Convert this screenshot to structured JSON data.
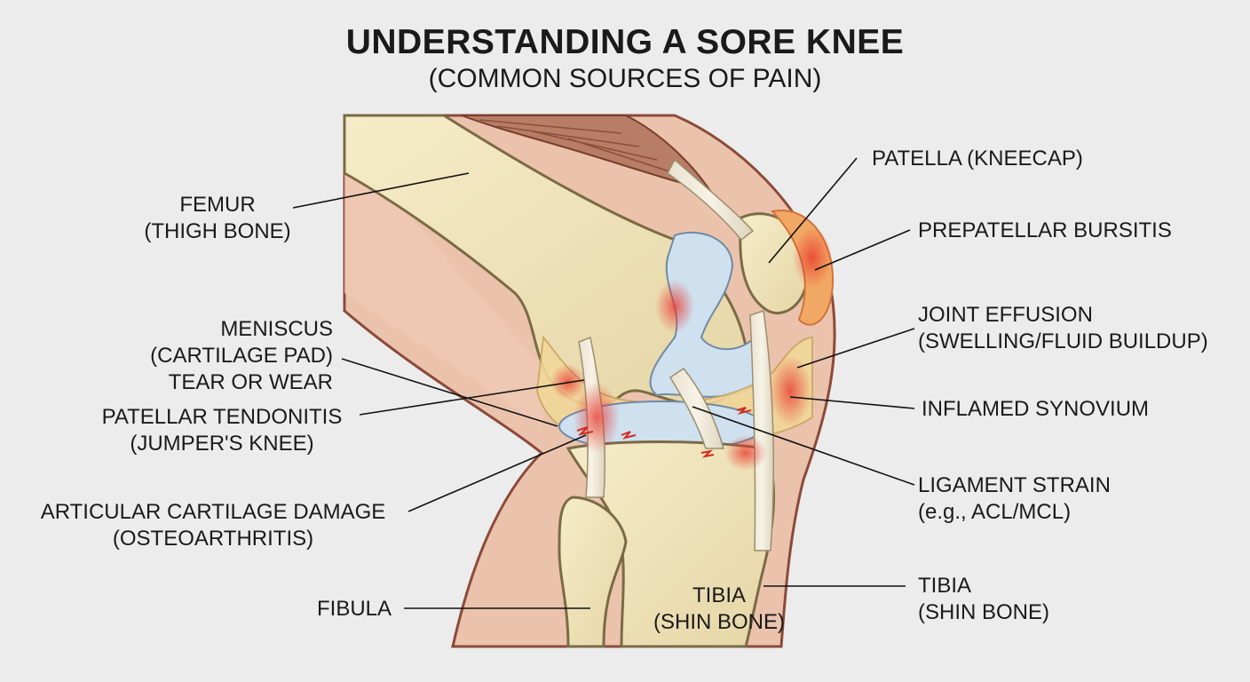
{
  "title": "UNDERSTANDING A SORE KNEE",
  "subtitle": "(COMMON SOURCES OF PAIN)",
  "labels": {
    "femur": [
      "FEMUR",
      "(THIGH BONE)"
    ],
    "meniscus": [
      "MENISCUS",
      "(CARTILAGE PAD)",
      "TEAR OR WEAR"
    ],
    "patellar_tendonitis": [
      "PATELLAR TENDONITIS",
      "(JUMPER'S KNEE)"
    ],
    "articular_cartilage": [
      "ARTICULAR CARTILAGE DAMAGE",
      "(OSTEOARTHRITIS)"
    ],
    "fibula": [
      "FIBULA"
    ],
    "tibia_center": [
      "TIBIA",
      "(SHIN BONE)"
    ],
    "patella": [
      "PATELLA (KNEECAP)"
    ],
    "prepatellar_bursitis": [
      "PREPATELLAR BURSITIS"
    ],
    "joint_effusion": [
      "JOINT EFFUSION",
      "(SWELLING/FLUID BUILDUP)"
    ],
    "inflamed_synovium": [
      "INFLAMED SYNOVIUM"
    ],
    "ligament_strain": [
      "LIGAMENT STRAIN",
      "(e.g., ACL/MCL)"
    ],
    "tibia_right": [
      "TIBIA",
      "(SHIN BONE)"
    ]
  }
}
